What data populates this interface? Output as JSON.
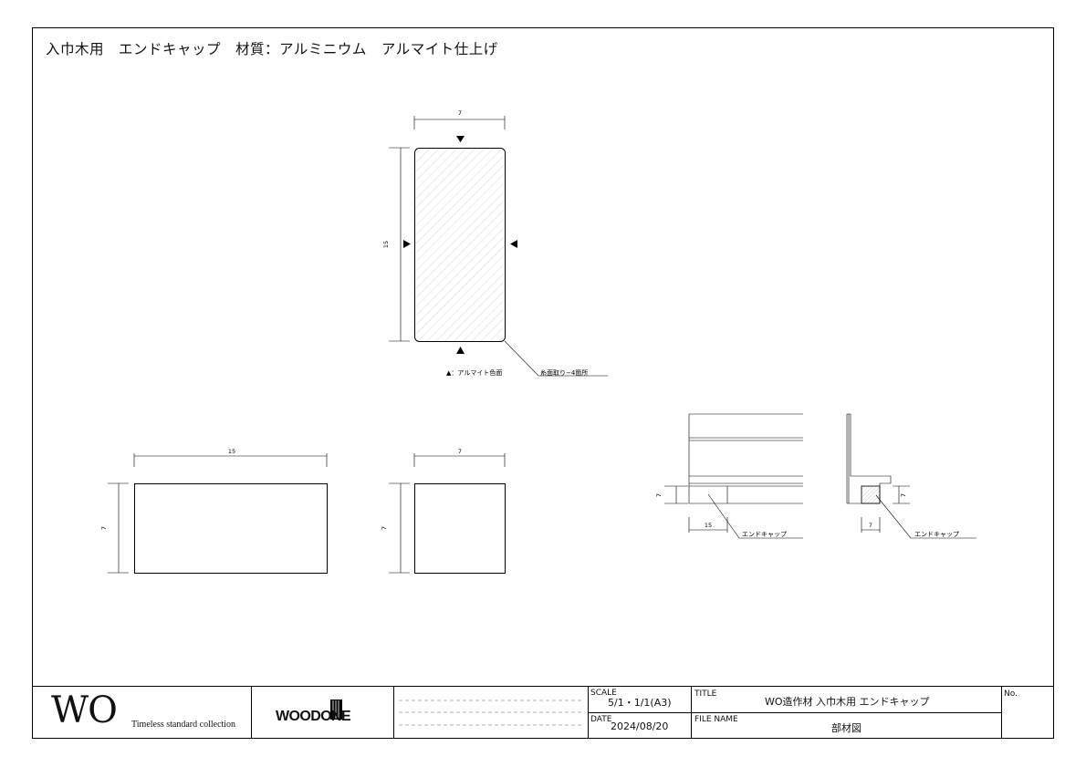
{
  "header": {
    "title": "入巾木用　エンドキャップ　材質：アルミニウム　アルマイト仕上げ"
  },
  "drawing": {
    "section": {
      "width_label": "7",
      "height_label": "15"
    },
    "legend_note": "▲：アルマイト色面",
    "chamfer_note": "糸面取り−4箇所",
    "front_view": {
      "width_label": "15",
      "height_label": "7"
    },
    "side_view": {
      "width_label": "7",
      "height_label": "7"
    },
    "assembly_front": {
      "height_label": "7",
      "width_label": "15",
      "callout": "エンドキャップ"
    },
    "assembly_side": {
      "height_label": "7",
      "width_label": "7",
      "callout": "エンドキャップ"
    }
  },
  "title_block": {
    "brand": "WO",
    "tagline": "Timeless standard collection",
    "logo": "WOODONE",
    "scale_label": "SCALE",
    "scale_value": "5/1・1/1(A3)",
    "date_label": "DATE",
    "date_value": "2024/08/20",
    "title_label": "TITLE",
    "title_value": "WO造作材 入巾木用 エンドキャップ",
    "filename_label": "FILE NAME",
    "filename_value": "部材図",
    "no_label": "No."
  }
}
